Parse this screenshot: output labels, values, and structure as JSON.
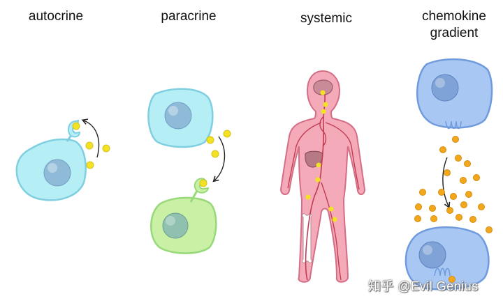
{
  "panels": {
    "autocrine": {
      "title": "autocrine"
    },
    "paracrine": {
      "title": "paracrine"
    },
    "systemic": {
      "title": "systemic"
    },
    "chemokine": {
      "title_line1": "chemokine",
      "title_line2": "gradient"
    }
  },
  "watermark": "知乎 @Evil Genius",
  "colors": {
    "cyan_cell": "#b6eef5",
    "cyan_outline": "#7fcfe0",
    "nucleus_blue": "#8fbad8",
    "green_cell": "#c9f0a5",
    "green_outline": "#97d978",
    "blue_cell": "#a9c7f3",
    "blue_outline": "#6f9bde",
    "body_pink": "#f4aab8",
    "body_outline": "#d46e86",
    "vessel_red": "#c13b52",
    "ligand_yellow": "#f3e224",
    "chemokine_orange": "#f2a81a"
  }
}
